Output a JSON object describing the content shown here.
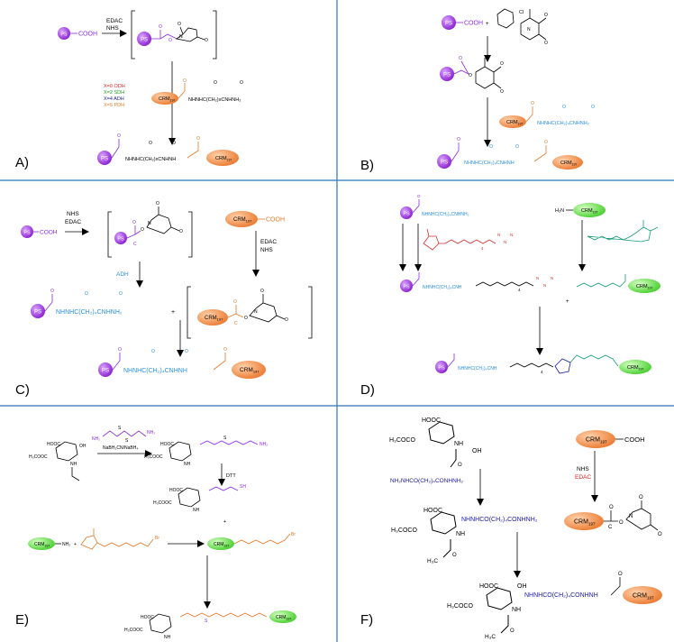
{
  "colors": {
    "divider": "#2e74b5",
    "ps_fill": "#9b30d9",
    "crm_orange": "#f0883a",
    "crm_green": "#55dd33",
    "purple": "#8a2be2",
    "blue": "#2a8fe0",
    "orange": "#e07a28",
    "red": "#e02020",
    "green": "#1f9a1f",
    "teal": "#1a9a7a",
    "darkblue": "#1a1aa8"
  },
  "common": {
    "ps": "PS",
    "cooh": "COOH",
    "crm": "CRM",
    "crm_sub": "197",
    "plus": "+"
  },
  "panels": {
    "a": {
      "letter": "A)",
      "edac": "EDAC",
      "nhs": "NHS",
      "x_odh": "X=0 ODH",
      "x_sdh": "X=2 SDH",
      "x_adh": "X=4 ADH",
      "x_pdh": "X=5 PDH",
      "hydrazide": "NHNHC(CH₂)xCNHNH₂",
      "product_linker": "NHNHC(CH₂)xCNHNH"
    },
    "b": {
      "letter": "B)",
      "cl": "Cl",
      "hydrazide": "NHNHC(CH₂)₄CNHNH₂",
      "product_linker": "NHNHC(CH₂)₄CNHNH"
    },
    "c": {
      "letter": "C)",
      "nhs": "NHS",
      "edac": "EDAC",
      "edac2": "EDAC",
      "nhs2": "NHS",
      "adh": "ADH",
      "intermediate": "NHNHC(CH₂)₄CNHNH₂",
      "product_linker": "NHNHC(CH₂)₄CNHNH"
    },
    "d": {
      "letter": "D)",
      "hydrazide": "NHNHC(CH₂)₄CNHNH₂",
      "amine": "H₂N",
      "azide_linker": "NHNHC(CH₂)₄CNH",
      "sub_4": "4",
      "n_label": "N"
    },
    "e": {
      "letter": "E)",
      "reagent": "NaBH₃CN/NaBH₄",
      "dtt": "DTT",
      "hooc": "HOOC",
      "h3coocc": "H₃COOC",
      "nh": "NH",
      "oh": "OH",
      "sh": "SH",
      "nh2": "NH₂",
      "br": "Br",
      "s": "S"
    },
    "f": {
      "letter": "F)",
      "hooc": "HOOC",
      "h3cococ": "H₃COCO",
      "nh": "NH",
      "oh": "OH",
      "h3c": "H₃C",
      "adh_reagent": "NH₂NHCO(CH₂)₄CONHNH₂",
      "nhs": "NHS",
      "edac": "EDAC",
      "intermediate_linker": "NHNHCO(CH₂)₄CONHNH₂",
      "product_linker": "NHNHCO(CH₂)₄CONHNH",
      "cooh": "COOH"
    }
  }
}
